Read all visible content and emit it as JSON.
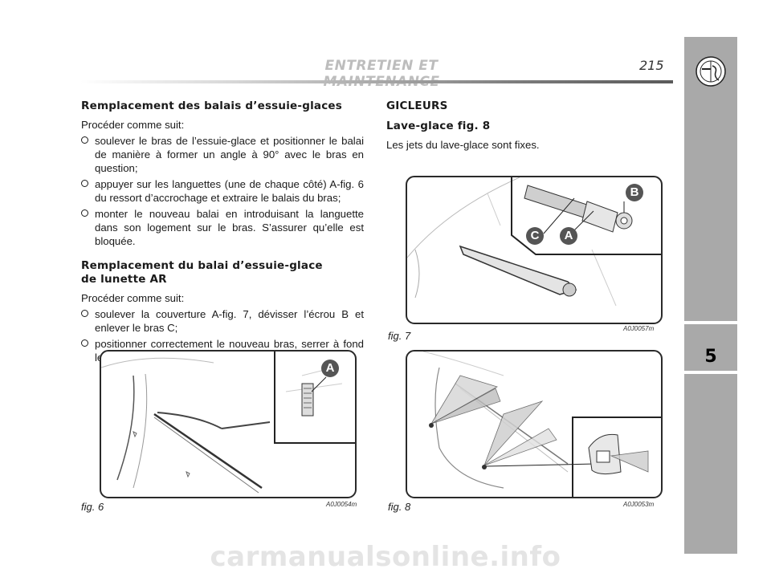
{
  "header": {
    "title": "ENTRETIEN ET MAINTENANCE",
    "page_number": "215"
  },
  "side_tab": {
    "chapter": "5"
  },
  "left_column": {
    "section1": {
      "title": "Remplacement des balais d’essuie-glaces",
      "intro": "Procéder comme suit:",
      "items": [
        "soulever le bras de l’essuie-glace et positionner le balai de manière à former un angle à 90° avec le bras en question;",
        "appuyer sur les languettes (une de chaque côté) A-fig. 6 du ressort d’accrochage et extraire le balais du bras;",
        "monter le nouveau balai en introduisant la languette dans son logement sur le bras. S’assurer qu’elle est bloquée."
      ]
    },
    "section2": {
      "title_line1": "Remplacement du balai d’essuie-glace",
      "title_line2": "de lunette AR",
      "intro": "Procéder comme suit:",
      "items": [
        "soulever la couverture A-fig. 7, dévisser l’écrou B et enlever le bras C;",
        "positionner correctement le nouveau bras, serrer à fond le bou-lon B e ensuite refermer la couverture A."
      ]
    }
  },
  "right_column": {
    "title": "GICLEURS",
    "subtitle": "Lave-glace fig. 8",
    "text": "Les jets du lave-glace sont fixes."
  },
  "figures": {
    "fig6": {
      "caption": "fig. 6",
      "code": "A0J0054m",
      "labels": [
        "A"
      ]
    },
    "fig7": {
      "caption": "fig. 7",
      "code": "A0J0057m",
      "labels": [
        "B",
        "C",
        "A"
      ]
    },
    "fig8": {
      "caption": "fig. 8",
      "code": "A0J0053m"
    }
  },
  "watermark": "carmanualsonline.info"
}
